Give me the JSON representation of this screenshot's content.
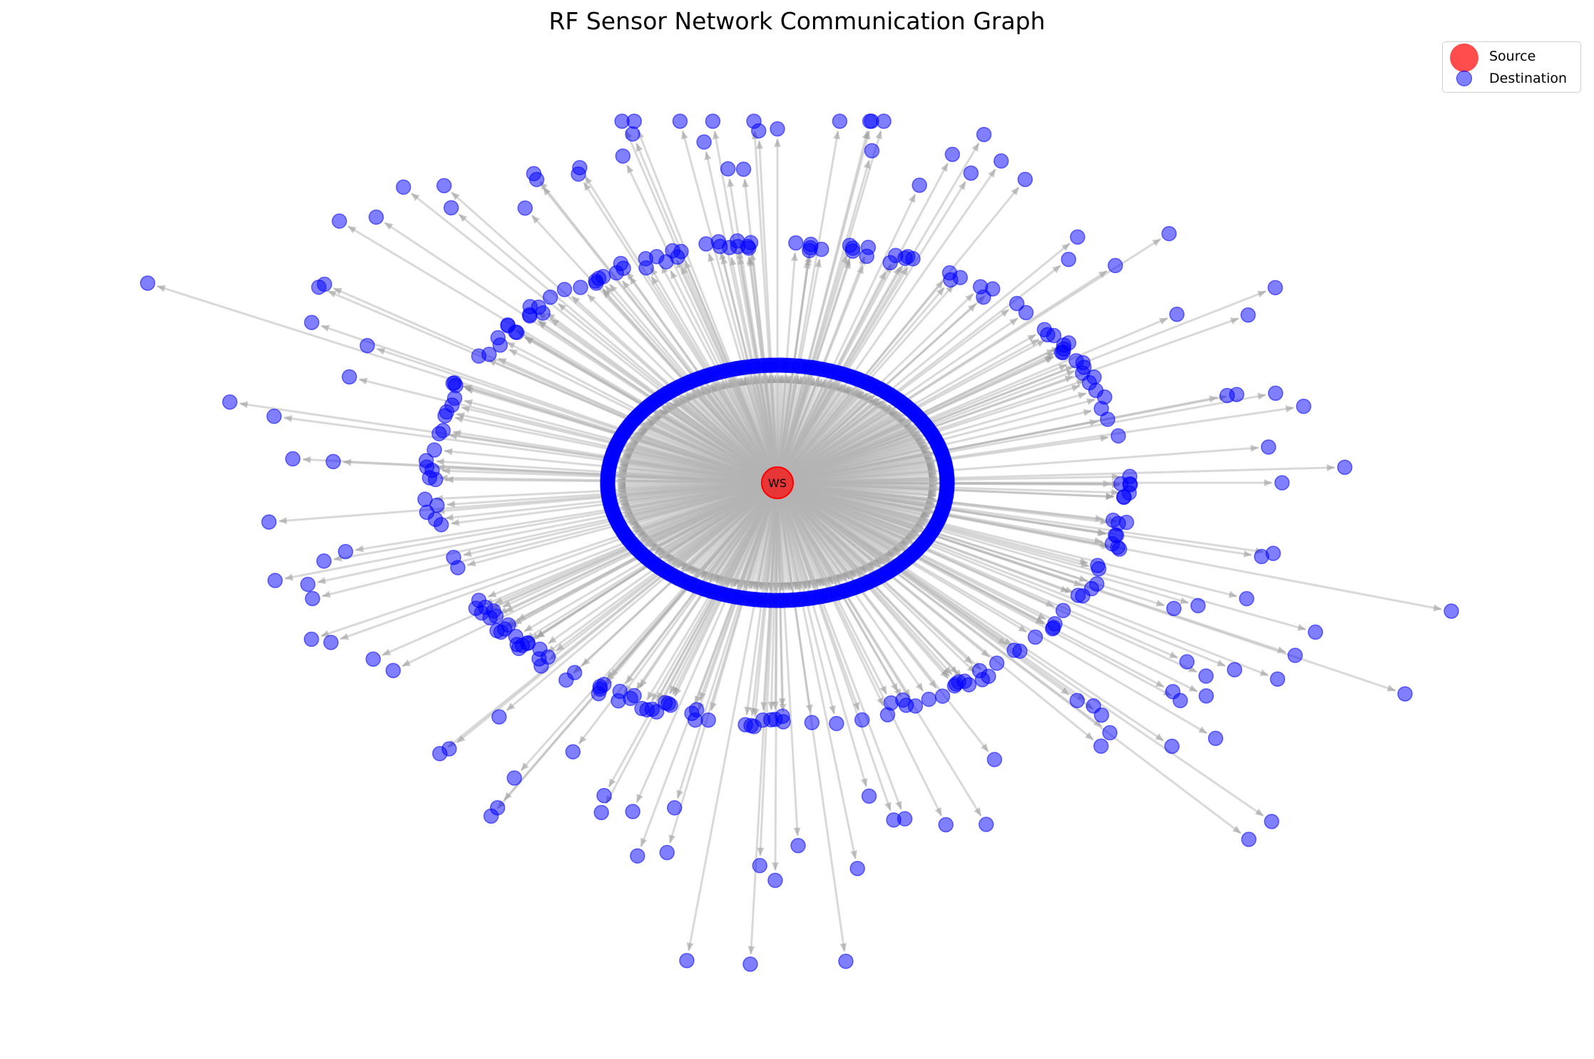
{
  "chart_data": {
    "type": "network",
    "title": "RF Sensor Network Communication Graph",
    "source_label": "WS",
    "legend": [
      {
        "name": "Source",
        "color": "#ff0000"
      },
      {
        "name": "Destination",
        "color": "#0000ff"
      }
    ],
    "colors": {
      "source": "#ff0000",
      "destination": "#0000ff",
      "edge": "#b3b3b3",
      "arrow": "#999999"
    },
    "grid": false,
    "legend_placement": "top-right",
    "structure": {
      "inner_ring_nodes": 420,
      "middle_ring_nodes": 200,
      "outer_scatter_nodes": 110
    }
  }
}
